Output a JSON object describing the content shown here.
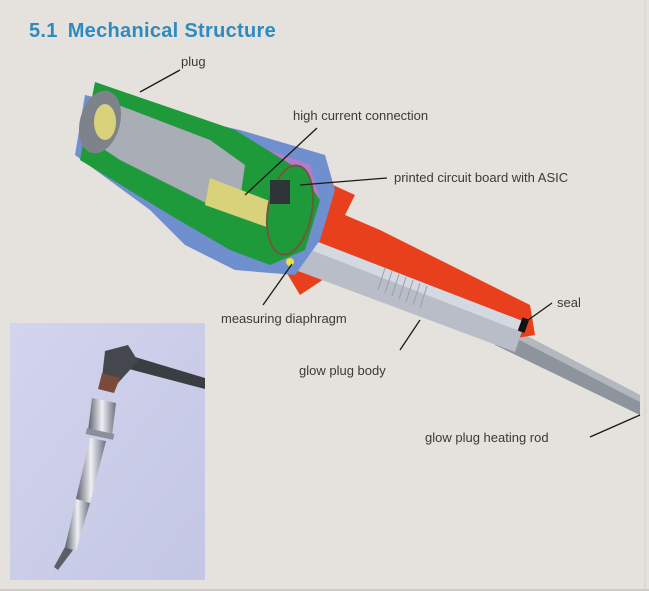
{
  "section": {
    "number": "5.1",
    "title": "Mechanical Structure",
    "title_color": "#2e8bc0"
  },
  "diagram": {
    "type": "cutaway illustration of pressure-sensing glow plug",
    "labels": [
      {
        "id": "plug",
        "text": "plug"
      },
      {
        "id": "high_current_connection",
        "text": "high current connection"
      },
      {
        "id": "pcb_asic",
        "text": "printed circuit board with ASIC"
      },
      {
        "id": "measuring_diaphragm",
        "text": "measuring diaphragm"
      },
      {
        "id": "seal",
        "text": "seal"
      },
      {
        "id": "glow_plug_body",
        "text": "glow plug body"
      },
      {
        "id": "heating_rod",
        "text": "glow plug heating rod"
      }
    ],
    "colors": {
      "housing_red": "#e8401c",
      "plug_green": "#1f9a3a",
      "shell_blue": "#6f8fcf",
      "metal_gray": "#a9adb5",
      "yellow": "#d8d27a",
      "purple": "#b57ac9"
    }
  },
  "photo": {
    "alt": "photo of glow plug with angled connector",
    "background": "#c9cbe6"
  }
}
